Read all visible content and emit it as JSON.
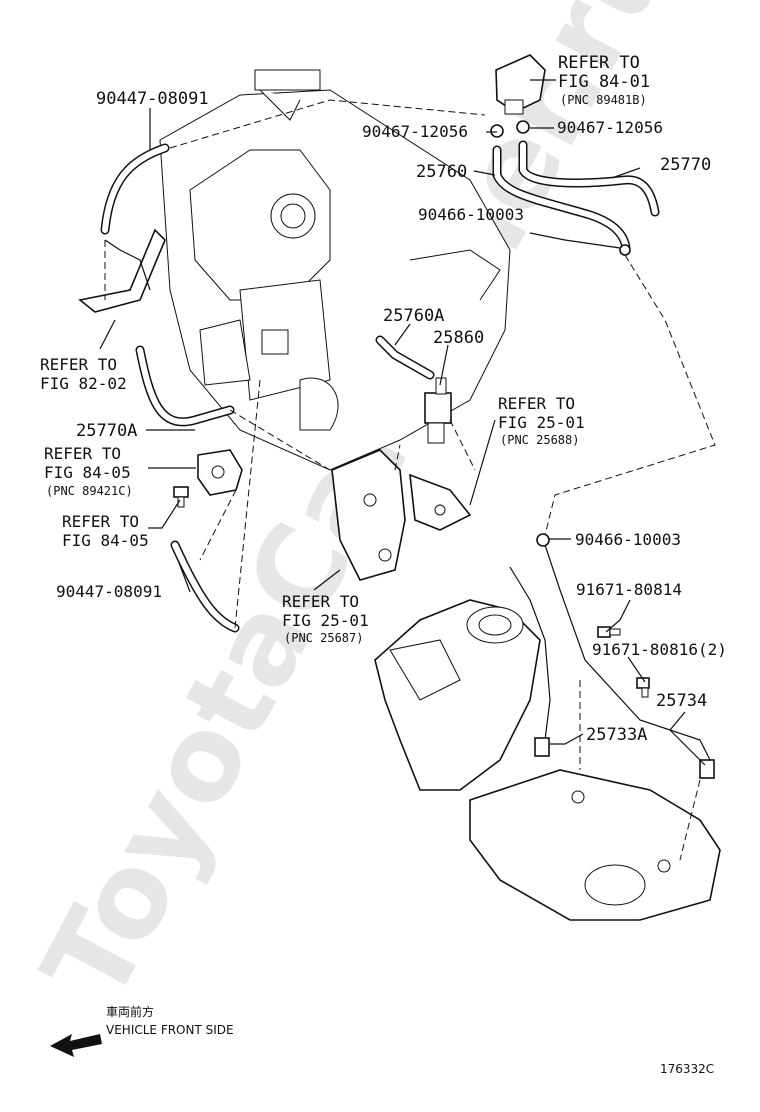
{
  "watermark": "ToyotaCarMiner.ru",
  "labels": {
    "p9044708091_top": "90447-08091",
    "refer_fig8401": "REFER TO",
    "refer_fig8401_b": "FIG 84-01",
    "refer_fig8401_c": "(PNC 89481B)",
    "p9046712056_left": "90467-12056",
    "p9046712056_right": "90467-12056",
    "p25760": "25760",
    "p25770": "25770",
    "p9046610003_top": "90466-10003",
    "p25760A": "25760A",
    "p25860": "25860",
    "refer_fig8202": "REFER TO",
    "refer_fig8202_b": "FIG 82-02",
    "refer_fig2501_top": "REFER TO",
    "refer_fig2501_top_b": "FIG 25-01",
    "refer_fig2501_top_c": "(PNC 25688)",
    "p25770A": "25770A",
    "refer_fig8405": "REFER TO",
    "refer_fig8405_b": "FIG 84-05",
    "refer_fig8405_c": "(PNC 89421C)",
    "refer_fig8405_2": "REFER TO",
    "refer_fig8405_2_b": "FIG 84-05",
    "p9046610003_bot": "90466-10003",
    "p9044708091_bot": "90447-08091",
    "p9167180814": "91671-80814",
    "refer_fig2501_bot": "REFER TO",
    "refer_fig2501_bot_b": "FIG 25-01",
    "refer_fig2501_bot_c": "(PNC 25687)",
    "p9167180816": "91671-80816(2)",
    "p25734": "25734",
    "p25733A": "25733A"
  },
  "footer": {
    "front_jp": "車両前方",
    "front_en": "VEHICLE FRONT SIDE",
    "front_arrow_icon": "arrow-left-icon",
    "figure_id": "176332C"
  }
}
